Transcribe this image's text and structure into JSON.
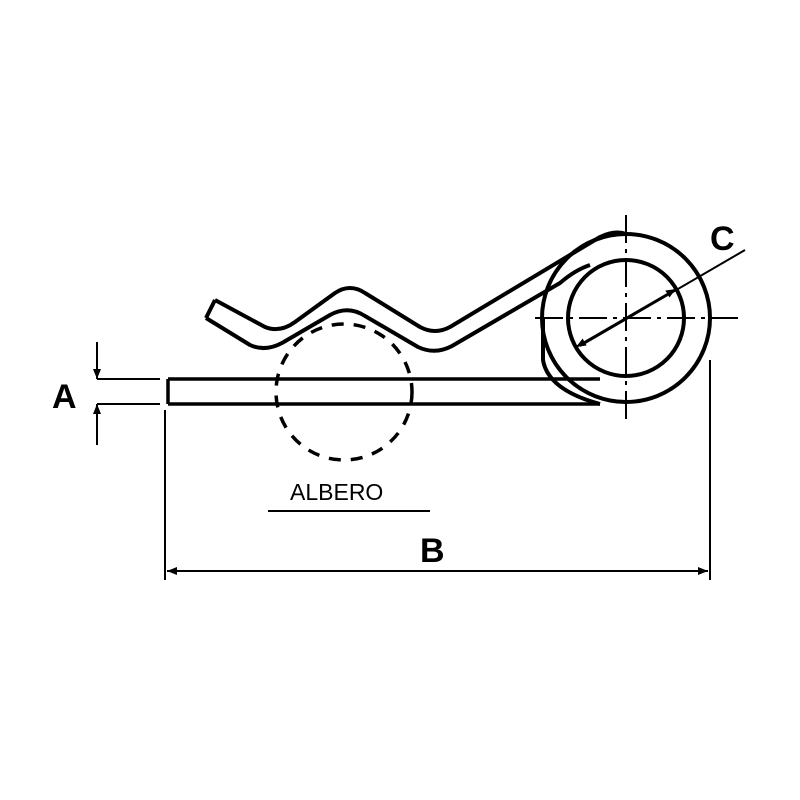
{
  "diagram": {
    "type": "technical-drawing",
    "subject": "R-clip / hitch pin spring clip",
    "labels": {
      "dim_a": "A",
      "dim_b": "B",
      "dim_c": "C",
      "shaft": "ALBERO"
    },
    "colors": {
      "line": "#000000",
      "background": "#ffffff"
    }
  }
}
